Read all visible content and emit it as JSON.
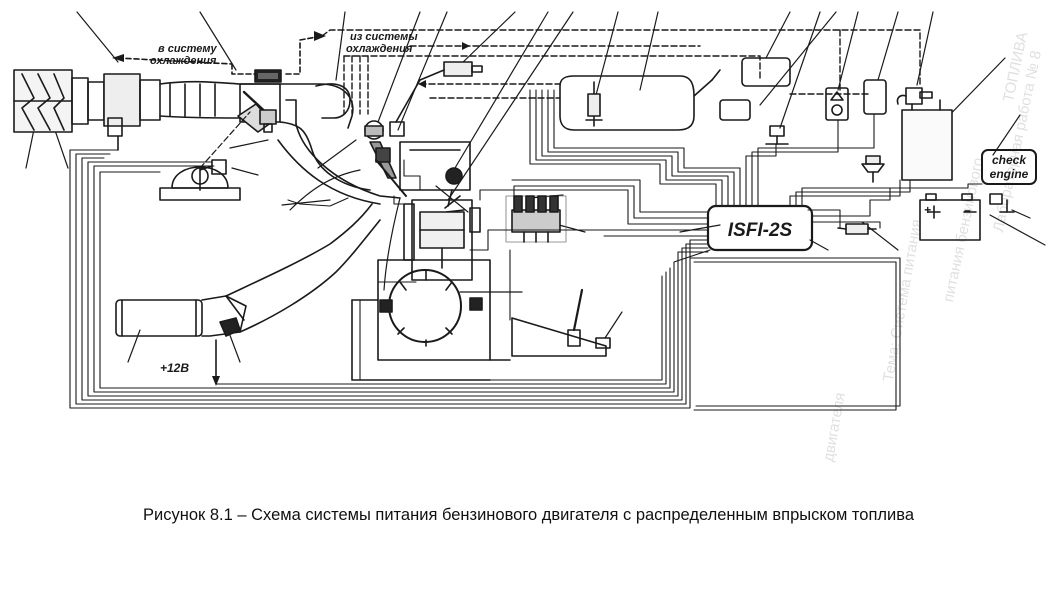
{
  "labels": {
    "to_cooling": [
      "в систему",
      "охлаждения"
    ],
    "from_cooling": [
      "из системы",
      "охлаждения"
    ],
    "ecu": "ISFI-2S",
    "check_engine": [
      "check",
      "engine"
    ],
    "voltage": "+12В",
    "battery_plus": "+",
    "battery_minus": "–"
  },
  "caption": "Рисунок 8.1 – Схема системы питания бензинового двигателя с распределенным впрыском топлива",
  "bleed_through": [
    "Лабораторная работа № 8",
    "ТОПЛИВА",
    "питания бензинового",
    "Тема: Система питания",
    "двигателя"
  ],
  "colors": {
    "ink": "#1a1a1a",
    "paper": "#ffffff",
    "ghost": "#c8c8c8"
  }
}
